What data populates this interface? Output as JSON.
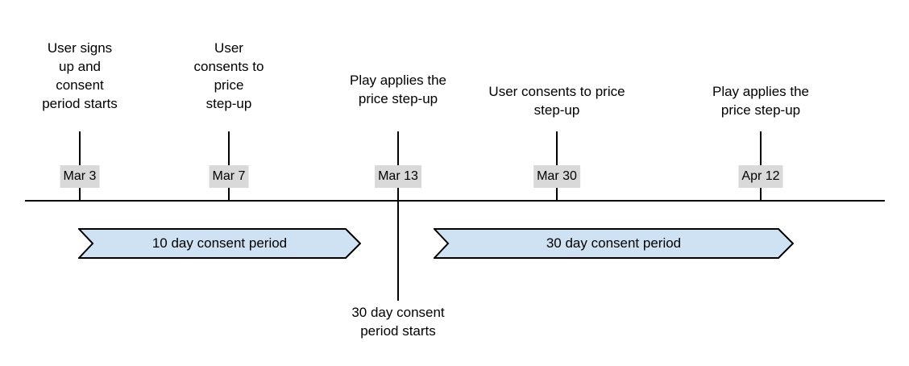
{
  "diagram": {
    "type": "timeline",
    "events": [
      {
        "label": "User signs\nup and\nconsent\nperiod starts",
        "date": "Mar 3"
      },
      {
        "label": "User\nconsents to\nprice\nstep-up",
        "date": "Mar 7"
      },
      {
        "label": "Play applies the\nprice step-up",
        "date": "Mar 13"
      },
      {
        "label": "User consents to price\nstep-up",
        "date": "Mar 30"
      },
      {
        "label": "Play applies the\nprice step-up",
        "date": "Apr 12"
      }
    ],
    "periods": [
      {
        "label": "10 day consent period"
      },
      {
        "label": "30 day consent period"
      }
    ],
    "annotation": "30 day consent\nperiod starts",
    "colors": {
      "period_fill": "#cfe2f3",
      "period_border": "#000000",
      "date_background": "#d9d9d9",
      "axis_line": "#000000",
      "text": "#000000"
    }
  }
}
